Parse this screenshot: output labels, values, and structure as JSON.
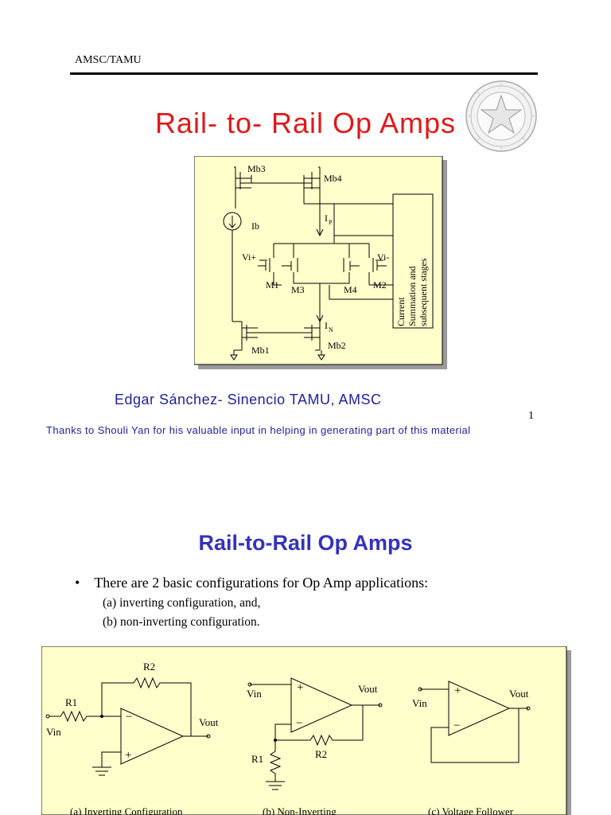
{
  "header": {
    "org": "AMSC/TAMU"
  },
  "slide1": {
    "title": "Rail- to- Rail Op Amps",
    "author": "Edgar Sánchez- Sinencio TAMU, AMSC",
    "page_number": "1",
    "thanks": "Thanks to Shouli Yan for his valuable input in helping in generating part of this material",
    "figure": {
      "labels": {
        "mb3": "Mb3",
        "mb4": "Mb4",
        "ib": "Ib",
        "ip": "I",
        "ip_sub": "P",
        "vip": "Vi+",
        "vim": "Vi-",
        "m1": "M1",
        "m3": "M3",
        "m4": "M4",
        "m2": "M2",
        "in": "I",
        "in_sub": "N",
        "mb1": "Mb1",
        "mb2": "Mb2",
        "block_line1": "Current",
        "block_line2": "Summation and",
        "block_line3": "subsequent stages"
      },
      "colors": {
        "background": "#ffffcc",
        "shadow": "#9a9a9a"
      }
    }
  },
  "slide2": {
    "title": "Rail-to-Rail Op Amps",
    "bullet": "There are 2 basic configurations for Op Amp applications:",
    "sub_items": [
      "(a) inverting configuration, and,",
      "(b) non-inverting configuration."
    ],
    "figure": {
      "a": {
        "r2": "R2",
        "r1": "R1",
        "vin": "Vin",
        "vout": "Vout",
        "caption": "(a) Inverting Configuration"
      },
      "b": {
        "vin": "Vin",
        "vout": "Vout",
        "r1": "R1",
        "r2": "R2",
        "caption": "(b) Non-Inverting"
      },
      "c": {
        "vin": "Vin",
        "vout": "Vout",
        "caption": "(c) Voltage Follower"
      },
      "plus": "+",
      "minus": "−"
    }
  },
  "colors": {
    "title_red": "#e01919",
    "accent_blue": "#1f1fa0",
    "title_blue": "#3333bb"
  }
}
